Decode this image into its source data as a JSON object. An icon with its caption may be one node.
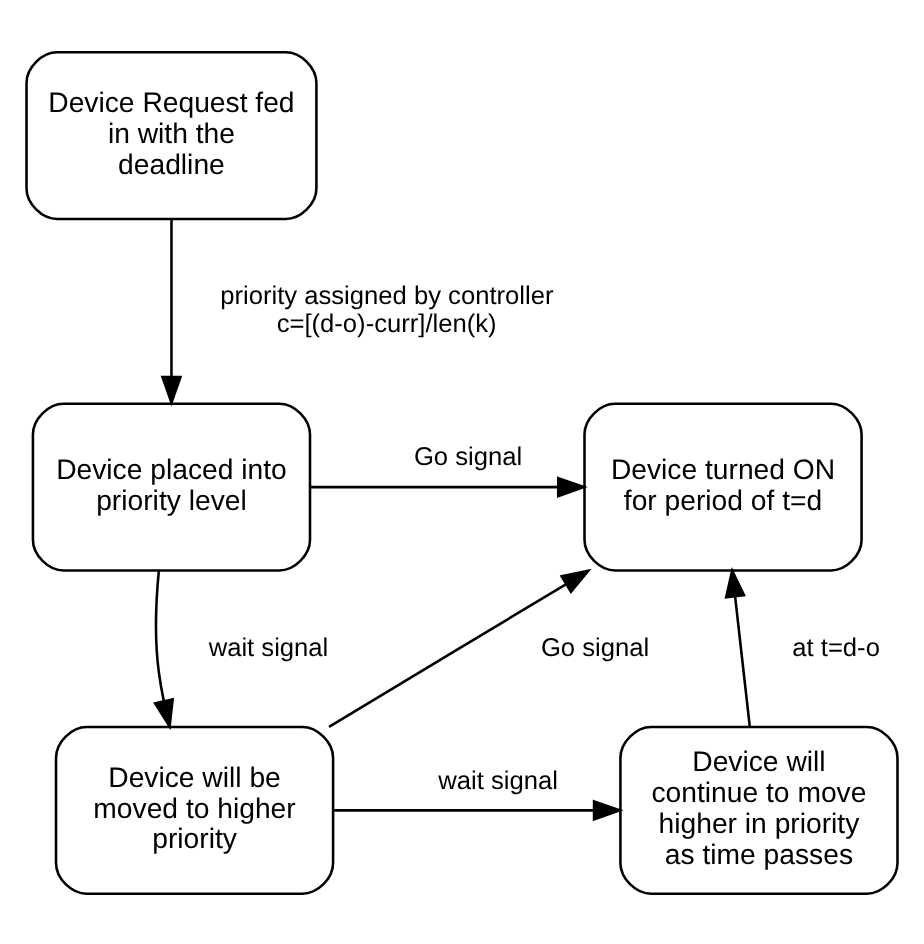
{
  "diagram": {
    "nodes": [
      {
        "text": [
          "Device Request fed in with the deadline"
        ]
      },
      {
        "text": [
          "Device placed into priority level"
        ]
      },
      {
        "text": [
          "Device turned ON for period of t=d"
        ]
      },
      {
        "text": [
          "Device will be moved to higher priority"
        ]
      },
      {
        "text": [
          "Device will continue to move higher in priority as time passes"
        ]
      }
    ],
    "edges": [
      {
        "from": 0,
        "to": 1,
        "arrow": "to",
        "label": "priority assigned by controller c=[(d-o)-curr]/len(k)"
      },
      {
        "from": 1,
        "to": 2,
        "arrow": "to",
        "label": "Go signal"
      },
      {
        "from": 1,
        "to": 3,
        "arrow": "to",
        "label": "wait signal"
      },
      {
        "from": 3,
        "to": 2,
        "arrow": "to",
        "label": "Go signal"
      },
      {
        "from": 3,
        "to": 4,
        "arrow": "to",
        "label": "wait signal"
      },
      {
        "from": 4,
        "to": 2,
        "arrow": "to",
        "label": "at t=d-o"
      }
    ]
  }
}
